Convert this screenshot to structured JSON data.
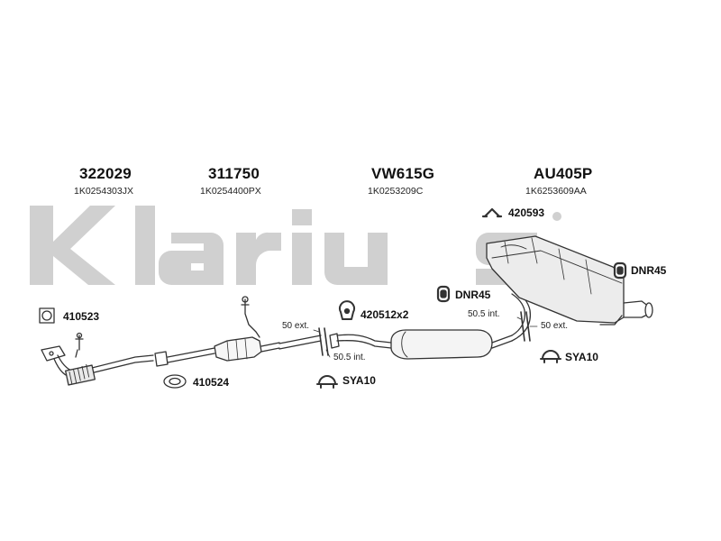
{
  "watermark": {
    "brand": "Klarius",
    "color": "#d0d0d0"
  },
  "parts": [
    {
      "number": "322029",
      "oem": "1K0254303JX"
    },
    {
      "number": "311750",
      "oem": "1K0254400PX"
    },
    {
      "number": "VW615G",
      "oem": "1K0253209C"
    },
    {
      "number": "AU405P",
      "oem": "1K6253609AA"
    }
  ],
  "accessories": {
    "a420593": "420593",
    "dnr45_right": "DNR45",
    "dnr45_mid": "DNR45",
    "a410523": "410523",
    "a420512": "420512x2",
    "a410524": "410524",
    "sya10_mid": "SYA10",
    "sya10_right": "SYA10"
  },
  "extensions": {
    "ext50_left": "50 ext.",
    "int505_left": "50.5 int.",
    "int505_right": "50.5 int.",
    "ext50_right": "50 ext."
  },
  "colors": {
    "line": "#333333",
    "pipe_fill": "#ffffff",
    "shadow": "#bdbdbd"
  }
}
